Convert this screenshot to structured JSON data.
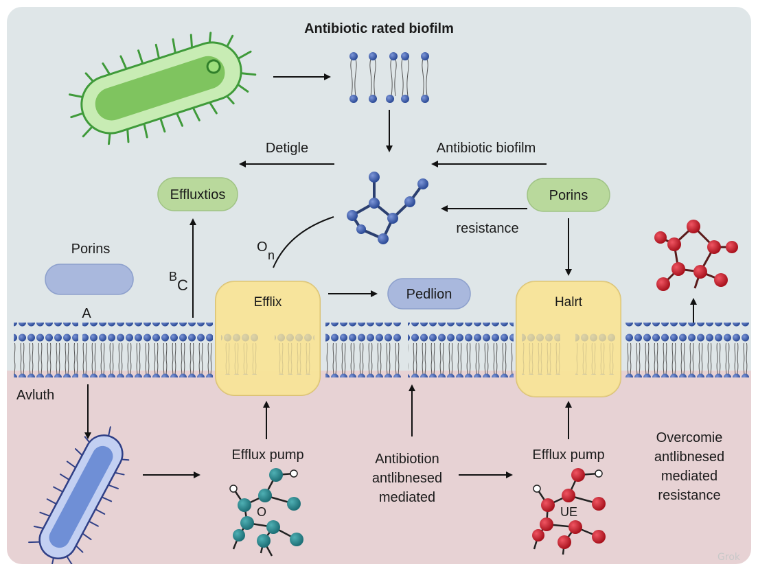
{
  "diagram": {
    "title": "Antibiotic rated biofilm",
    "labels": {
      "detigle": "Detigle",
      "antibiotic_biofilm": "Antibiotic biofilm",
      "resistance": "resistance",
      "porins_left": "Porins",
      "letter_a": "A",
      "bc_b": "B",
      "bc_c": "C",
      "on_o": "O",
      "on_n": "n",
      "avluth": "Avluth",
      "efflux_pump_left": "Efflux pump",
      "efflux_pump_right": "Efflux pump",
      "mol_teal_o": "O",
      "mol_red_text": "UE"
    },
    "boxes": {
      "effluxtios": "Effluxtios",
      "porins_right": "Porins",
      "pedlion": "Pedlion",
      "efflix": "Efflix",
      "halrt": "Halrt"
    },
    "middle_text": [
      "Antibiotion",
      "antlibnesed",
      "mediated"
    ],
    "right_text": [
      "Overcomie",
      "antlibnesed",
      "mediated",
      "resistance"
    ],
    "watermark": "Grok",
    "colors": {
      "top_background": "#dfe6e8",
      "bottom_background": "#e7d2d4",
      "lipid_head": "#4a64a6",
      "pump_fill": "#f8e49a",
      "green_box": "#b9d99c",
      "blue_box": "#a9b8dd",
      "molecule_blue": "#2f4f9a",
      "molecule_teal": "#267f86",
      "molecule_red": "#c41e2a",
      "bacterium_green": "#8fd06d",
      "bacterium_blue": "#6f8fd6"
    }
  }
}
